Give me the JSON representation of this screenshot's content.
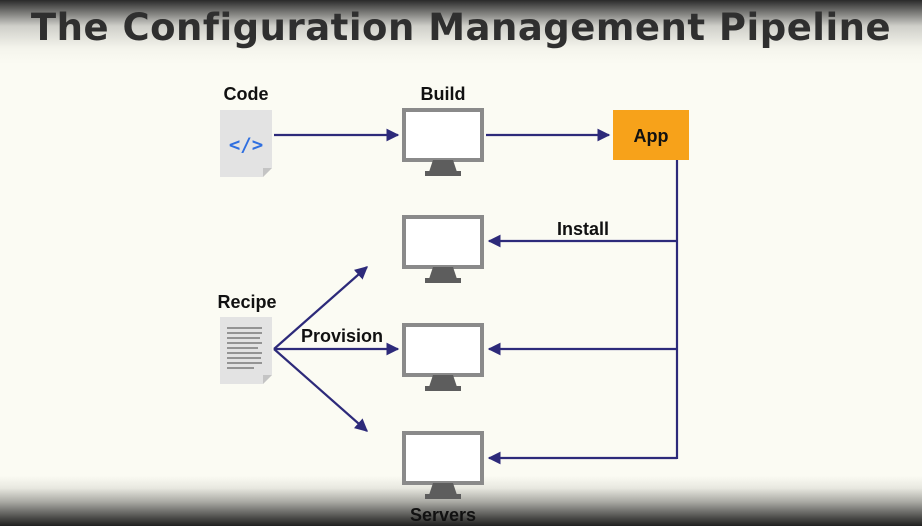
{
  "title": "The Configuration Management Pipeline",
  "labels": {
    "code": "Code",
    "build": "Build",
    "app": "App",
    "install": "Install",
    "recipe": "Recipe",
    "provision": "Provision",
    "servers": "Servers",
    "code_glyph": "</>"
  },
  "colors": {
    "arrow": "#2d2a7a",
    "app_box": "#f7a21a",
    "code_glyph": "#2f6fe0",
    "monitor": "#8a8a8a"
  },
  "icons": [
    "code-file-icon",
    "recipe-document-icon",
    "monitor-icon"
  ]
}
